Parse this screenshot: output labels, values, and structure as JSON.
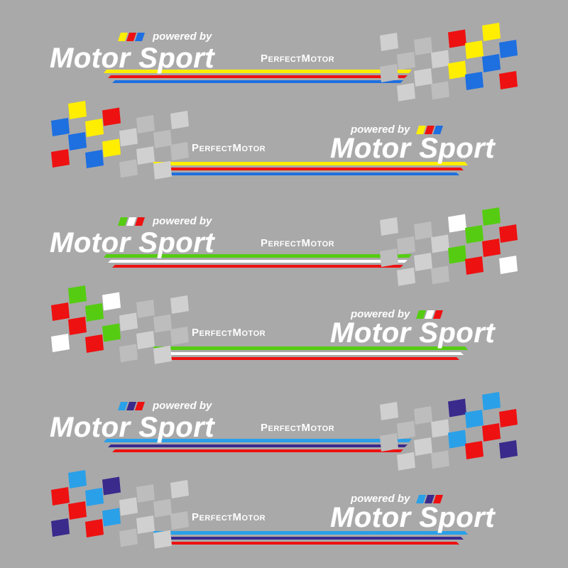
{
  "background": "#a9a9a9",
  "brand": {
    "powered_by": "powered by",
    "title": "Motor Sport",
    "maker": "PerfectMotor"
  },
  "decals": [
    {
      "variant": "left",
      "colors": [
        "#ffee00",
        "#ee1111",
        "#1e6fe0"
      ],
      "flag_label": "flag-colors-yellow-red-blue"
    },
    {
      "variant": "right",
      "colors": [
        "#ffee00",
        "#ee1111",
        "#1e6fe0"
      ],
      "flag_label": "flag-colors-yellow-red-blue"
    },
    {
      "variant": "left",
      "colors": [
        "#55cc11",
        "#ffffff",
        "#ee1111"
      ],
      "flag_label": "flag-colors-green-white-red"
    },
    {
      "variant": "right",
      "colors": [
        "#55cc11",
        "#ffffff",
        "#ee1111"
      ],
      "flag_label": "flag-colors-green-white-red"
    },
    {
      "variant": "left",
      "colors": [
        "#2aa0e8",
        "#3a2a8c",
        "#ee1111"
      ],
      "flag_label": "flag-colors-lightblue-darkblue-red"
    },
    {
      "variant": "right",
      "colors": [
        "#2aa0e8",
        "#3a2a8c",
        "#ee1111"
      ],
      "flag_label": "flag-colors-lightblue-darkblue-red"
    }
  ]
}
